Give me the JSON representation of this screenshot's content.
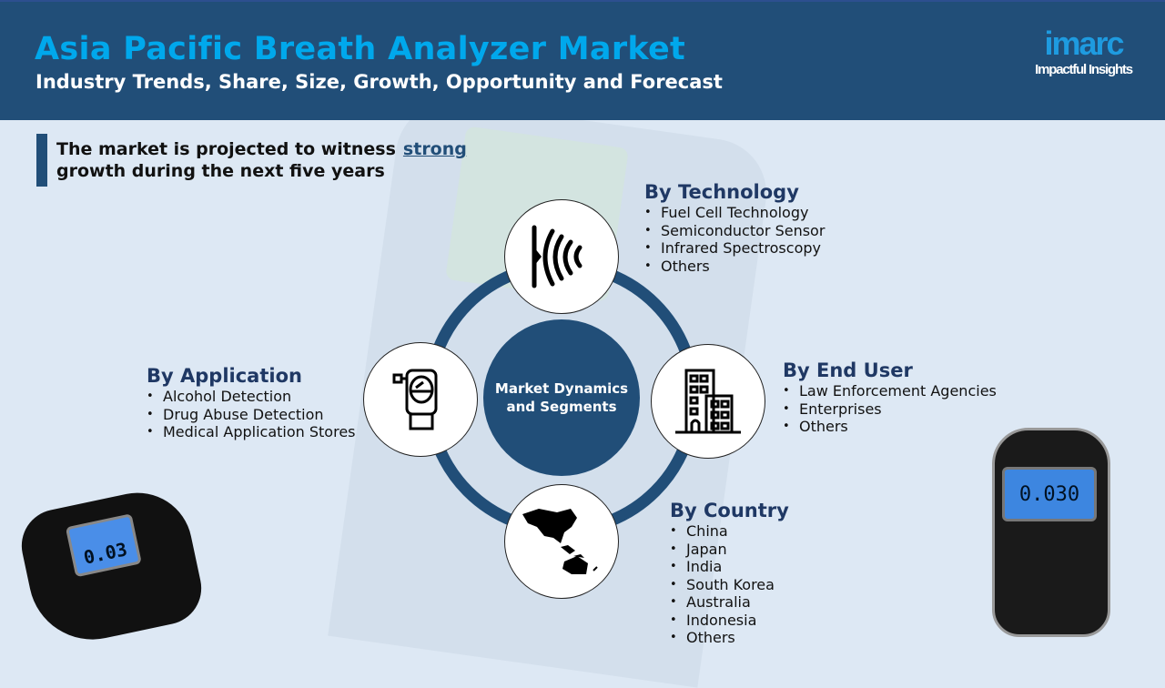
{
  "header": {
    "title": "Asia Pacific Breath Analyzer Market",
    "subtitle": "Industry Trends, Share, Size, Growth, Opportunity and Forecast",
    "logo": "imarc",
    "logo_tagline": "Impactful Insights"
  },
  "lead": {
    "text": "The market is projected to witness",
    "highlight": "strong",
    "text2": "growth during the next five years"
  },
  "center": {
    "line1": "Market Dynamics",
    "line2": "and Segments"
  },
  "segments": {
    "technology": {
      "title": "By Technology",
      "items": [
        "Fuel Cell Technology",
        "Semiconductor Sensor",
        "Infrared Spectroscopy",
        "Others"
      ]
    },
    "application": {
      "title": "By Application",
      "items": [
        "Alcohol Detection",
        "Drug Abuse Detection",
        "Medical Application Stores"
      ]
    },
    "end_user": {
      "title": "By End User",
      "items": [
        "Law Enforcement Agencies",
        "Enterprises",
        "Others"
      ]
    },
    "country": {
      "title": "By Country",
      "items": [
        "China",
        "Japan",
        "India",
        "South Korea",
        "Australia",
        "Indonesia",
        "Others"
      ]
    }
  },
  "devices": {
    "left_reading": "0.03",
    "right_reading": "0.030"
  },
  "colors": {
    "header": "#214e78",
    "title": "#00a8ec",
    "background": "#dde8f4",
    "heading": "#1f3864"
  }
}
